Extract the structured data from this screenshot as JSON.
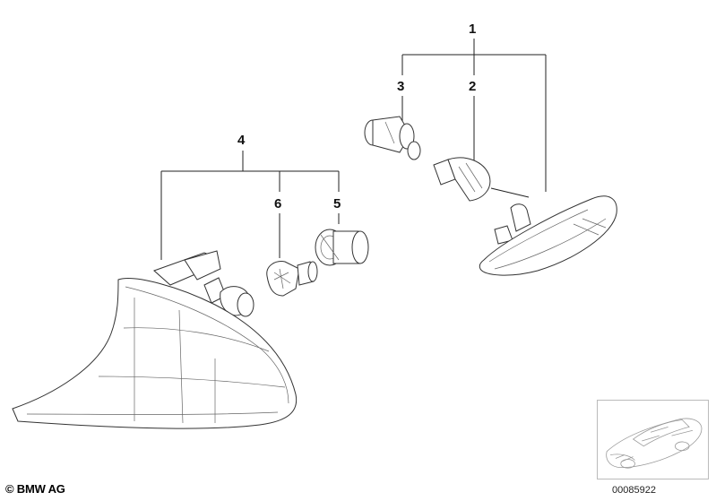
{
  "callouts": {
    "c1": "1",
    "c2": "2",
    "c3": "3",
    "c4": "4",
    "c5": "5",
    "c6": "6"
  },
  "footer": {
    "copyright": "© BMW AG",
    "document_number": "00085922"
  }
}
